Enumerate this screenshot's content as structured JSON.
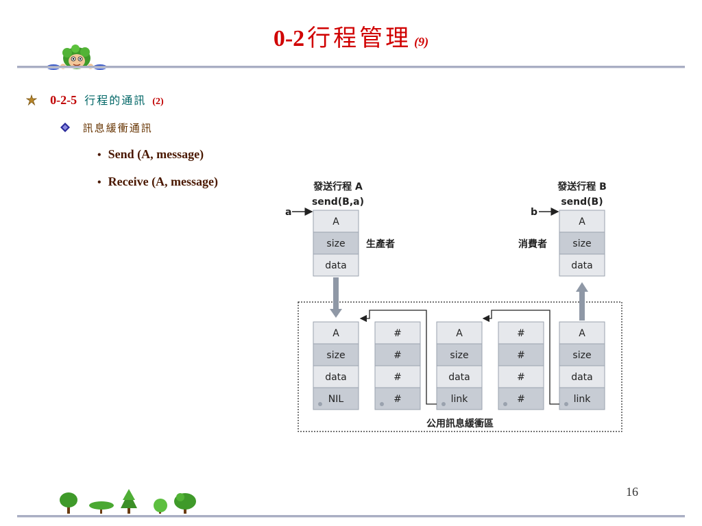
{
  "slide": {
    "title_number": "0-2",
    "title_text": "行程管理",
    "title_part": "(9)",
    "page_number": "16"
  },
  "outline": {
    "section_code": "0-2-5",
    "section_title": "行程的通訊",
    "section_part": "(2)",
    "subsection": "訊息緩衝通訊",
    "bullets": [
      "Send (A, message)",
      "Receive (A, message)"
    ]
  },
  "diagram": {
    "process_a_title": "發送行程 A",
    "process_a_call": "send(B,a)",
    "process_a_arrow_label": "a",
    "producer_label": "生產者",
    "process_b_title": "發送行程 B",
    "process_b_call": "send(B)",
    "process_b_arrow_label": "b",
    "consumer_label": "消費者",
    "pool_label": "公用訊息緩衝區",
    "block_a": [
      "A",
      "size",
      "data"
    ],
    "block_b": [
      "A",
      "size",
      "data"
    ],
    "buffers": [
      [
        "A",
        "size",
        "data",
        "NIL"
      ],
      [
        "#",
        "#",
        "#",
        "#"
      ],
      [
        "A",
        "size",
        "data",
        "link"
      ],
      [
        "#",
        "#",
        "#",
        "#"
      ],
      [
        "A",
        "size",
        "data",
        "link"
      ]
    ],
    "colors": {
      "cell_light": "#e6e8ec",
      "cell_dark": "#c7ccd4",
      "arrow": "#8f98a6"
    }
  }
}
